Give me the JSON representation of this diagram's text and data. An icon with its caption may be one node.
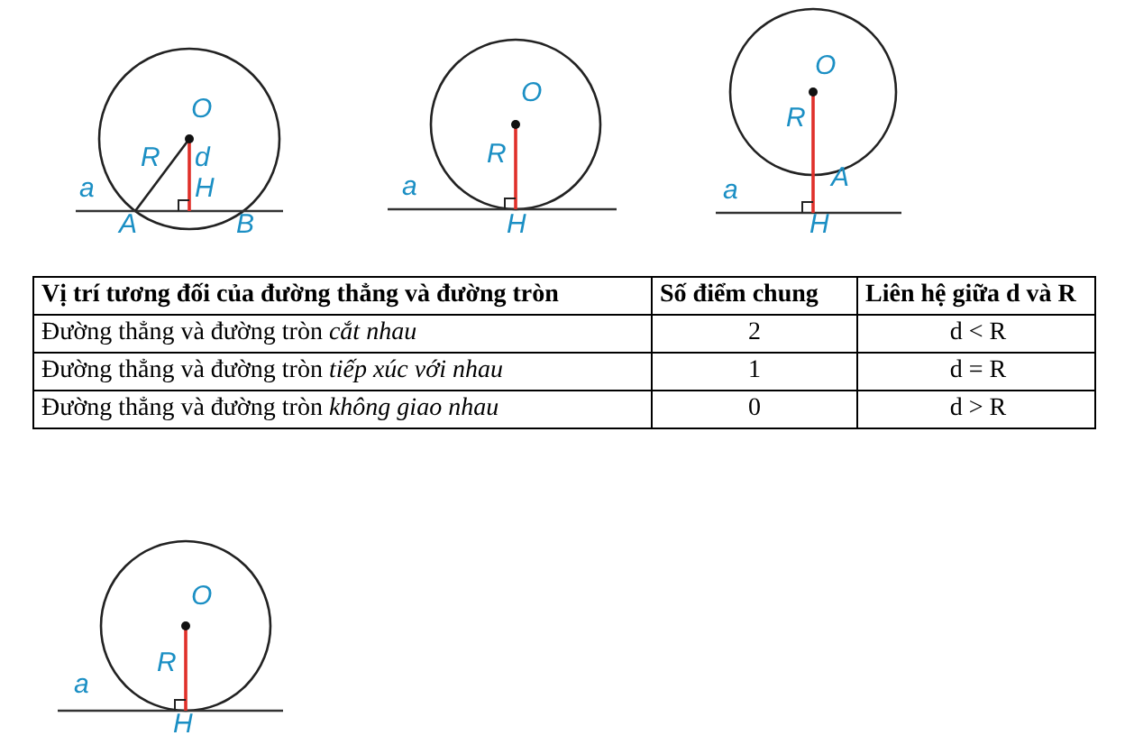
{
  "diagram": {
    "labels": [
      "a",
      "O",
      "R",
      "d",
      "H",
      "A",
      "B",
      "O",
      "R",
      "a",
      "H",
      "O",
      "R",
      "A",
      "a",
      "H",
      "Vị trí tương đối của đường thẳng và đường tròn",
      "Số điểm chung",
      "Liên hệ giữa d và R",
      "Đường thẳng và đường tròn *cắt nhau*",
      "2",
      "d < R",
      "Đường thẳng và đường tròn *tiếp xúc với nhau*",
      "1",
      "d = R",
      "Đường thẳng và đường tròn *không giao nhau*",
      "0",
      "d > R",
      "O",
      "R",
      "a",
      "H"
    ]
  }
}
